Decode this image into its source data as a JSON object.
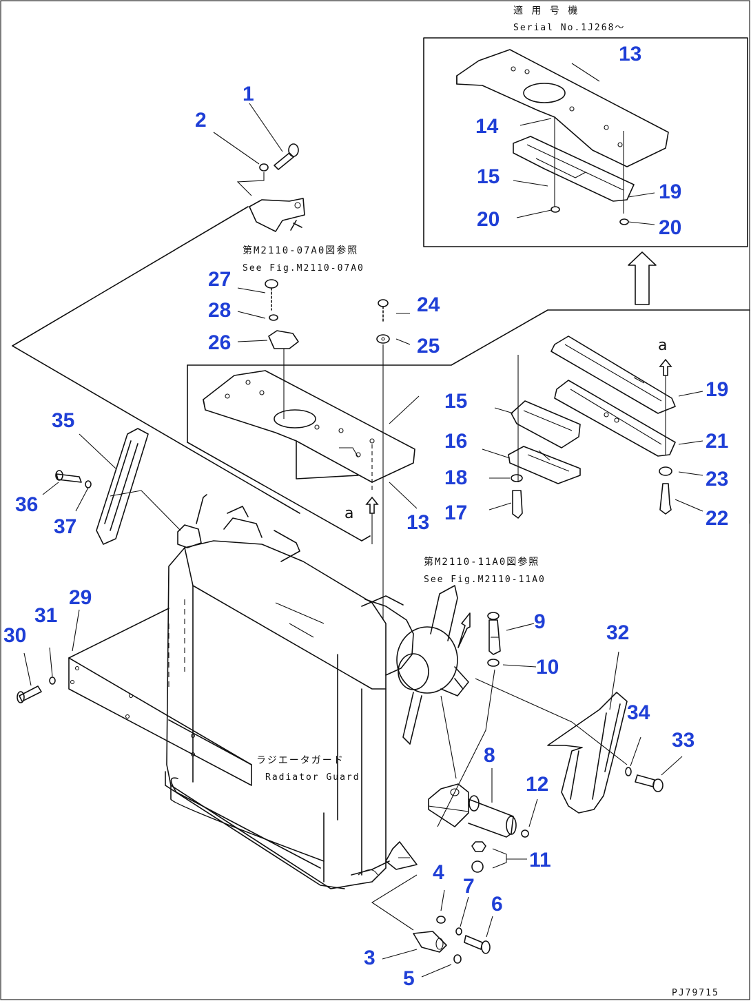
{
  "inset": {
    "title_jp": "適 用 号 機",
    "title_en": "Serial No.1J268～"
  },
  "references": {
    "ref1_jp": "第M2110-07A0図参照",
    "ref1_en": "See Fig.M2110-07A0",
    "ref2_jp": "第M2110-11A0図参照",
    "ref2_en": "See Fig.M2110-11A0"
  },
  "component": {
    "label_jp": "ラジエータガード",
    "label_en": "Radiator Guard"
  },
  "view_markers": [
    "a",
    "a"
  ],
  "footer": {
    "code": "PJ79715"
  },
  "callouts": [
    "1",
    "2",
    "3",
    "4",
    "5",
    "6",
    "7",
    "8",
    "9",
    "10",
    "11",
    "12",
    "13",
    "14",
    "15",
    "16",
    "17",
    "18",
    "19",
    "20",
    "21",
    "22",
    "23",
    "24",
    "25",
    "26",
    "27",
    "28",
    "29",
    "30",
    "31",
    "32",
    "33",
    "34",
    "35",
    "36",
    "37"
  ],
  "inset_callouts": [
    "13",
    "14",
    "15",
    "19",
    "20",
    "20"
  ],
  "colors": {
    "callout": "#1f3fd6",
    "line": "#111111"
  }
}
